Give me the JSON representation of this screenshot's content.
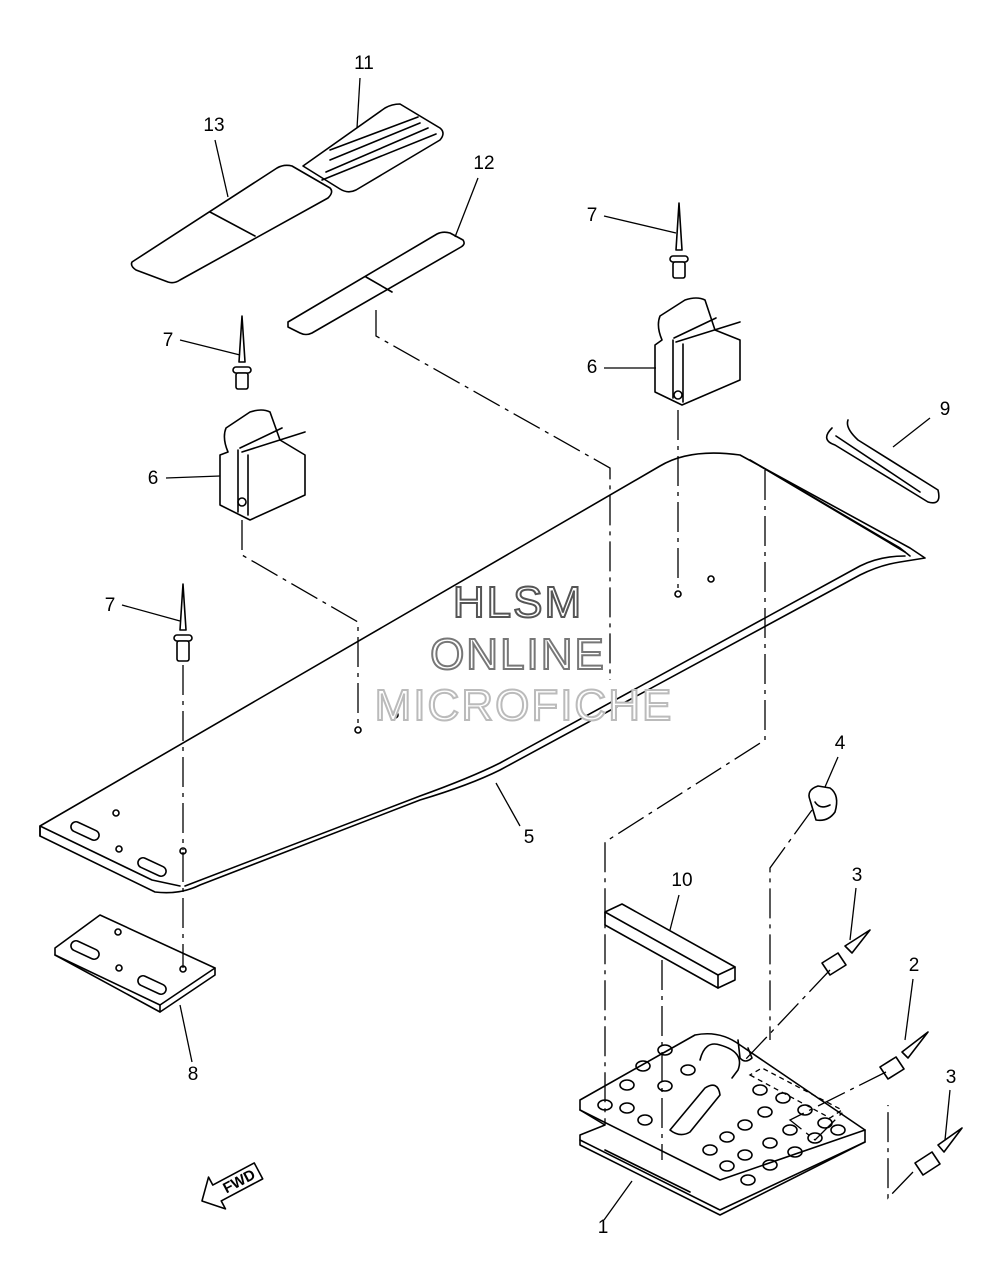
{
  "watermark": {
    "line1": "HLSM",
    "line2": "ONLINE",
    "line3": "MICROFICHE"
  },
  "fwd_label": "FWD",
  "callouts": [
    "11",
    "13",
    "12",
    "7",
    "7",
    "6",
    "6",
    "9",
    "7",
    "4",
    "5",
    "10",
    "3",
    "2",
    "3",
    "8",
    "1"
  ],
  "colors": {
    "line": "#000000",
    "watermark_dark": "#555555",
    "watermark_light": "#bbbbbb"
  }
}
